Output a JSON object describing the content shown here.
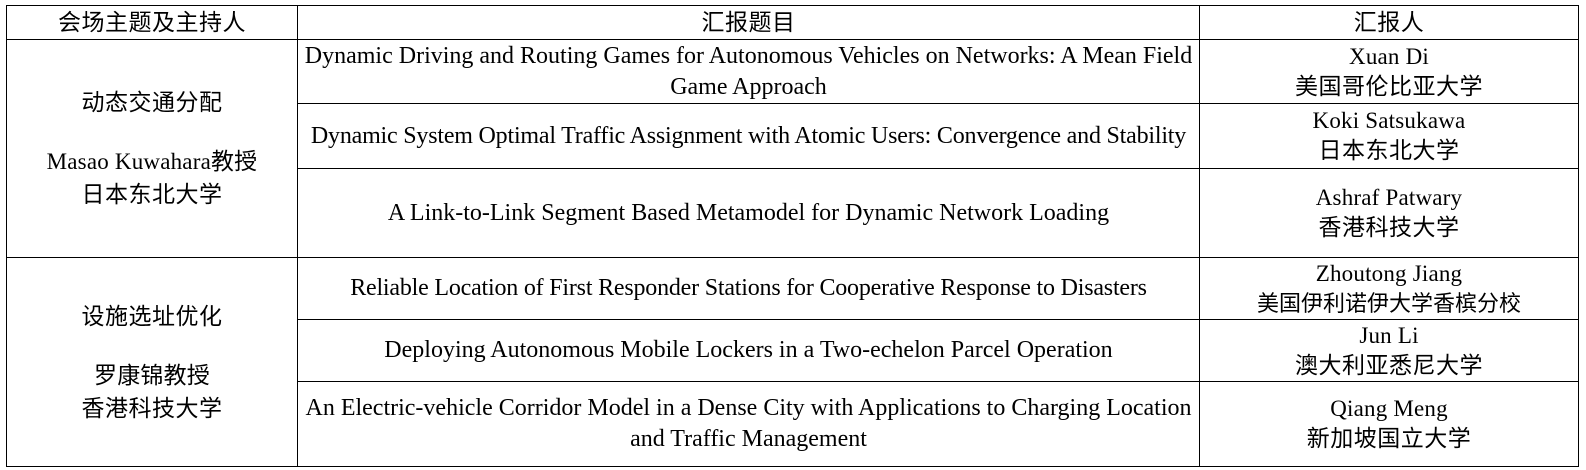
{
  "table": {
    "columns": [
      {
        "key": "theme",
        "label": "会场主题及主持人"
      },
      {
        "key": "title",
        "label": "汇报题目"
      },
      {
        "key": "person",
        "label": "汇报人"
      }
    ],
    "sections": [
      {
        "theme_name": "动态交通分配",
        "chair_name": "Masao Kuwahara教授",
        "chair_affiliation": "日本东北大学",
        "rows": [
          {
            "title": "Dynamic Driving and Routing Games for Autonomous Vehicles on Networks: A Mean Field Game Approach",
            "presenter_name": "Xuan Di",
            "presenter_affiliation": "美国哥伦比亚大学"
          },
          {
            "title": "Dynamic System Optimal Traffic Assignment with Atomic Users: Convergence and Stability",
            "presenter_name": "Koki Satsukawa",
            "presenter_affiliation": "日本东北大学"
          },
          {
            "title": "A Link-to-Link Segment Based Metamodel for Dynamic Network Loading",
            "presenter_name": "Ashraf Patwary",
            "presenter_affiliation": "香港科技大学"
          }
        ]
      },
      {
        "theme_name": "设施选址优化",
        "chair_name": "罗康锦教授",
        "chair_affiliation": "香港科技大学",
        "rows": [
          {
            "title": "Reliable Location of First Responder Stations for Cooperative Response to Disasters",
            "presenter_name": "Zhoutong Jiang",
            "presenter_affiliation": "美国伊利诺伊大学香槟分校"
          },
          {
            "title": "Deploying Autonomous Mobile Lockers in a Two-echelon Parcel Operation",
            "presenter_name": "Jun Li",
            "presenter_affiliation": "澳大利亚悉尼大学"
          },
          {
            "title": "An Electric-vehicle Corridor Model in a Dense City with Applications to Charging Location and Traffic Management",
            "presenter_name": "Qiang Meng",
            "presenter_affiliation": "新加坡国立大学"
          }
        ]
      }
    ]
  },
  "style": {
    "text_color": "#000000",
    "background_color": "#ffffff",
    "border_color": "#000000"
  }
}
